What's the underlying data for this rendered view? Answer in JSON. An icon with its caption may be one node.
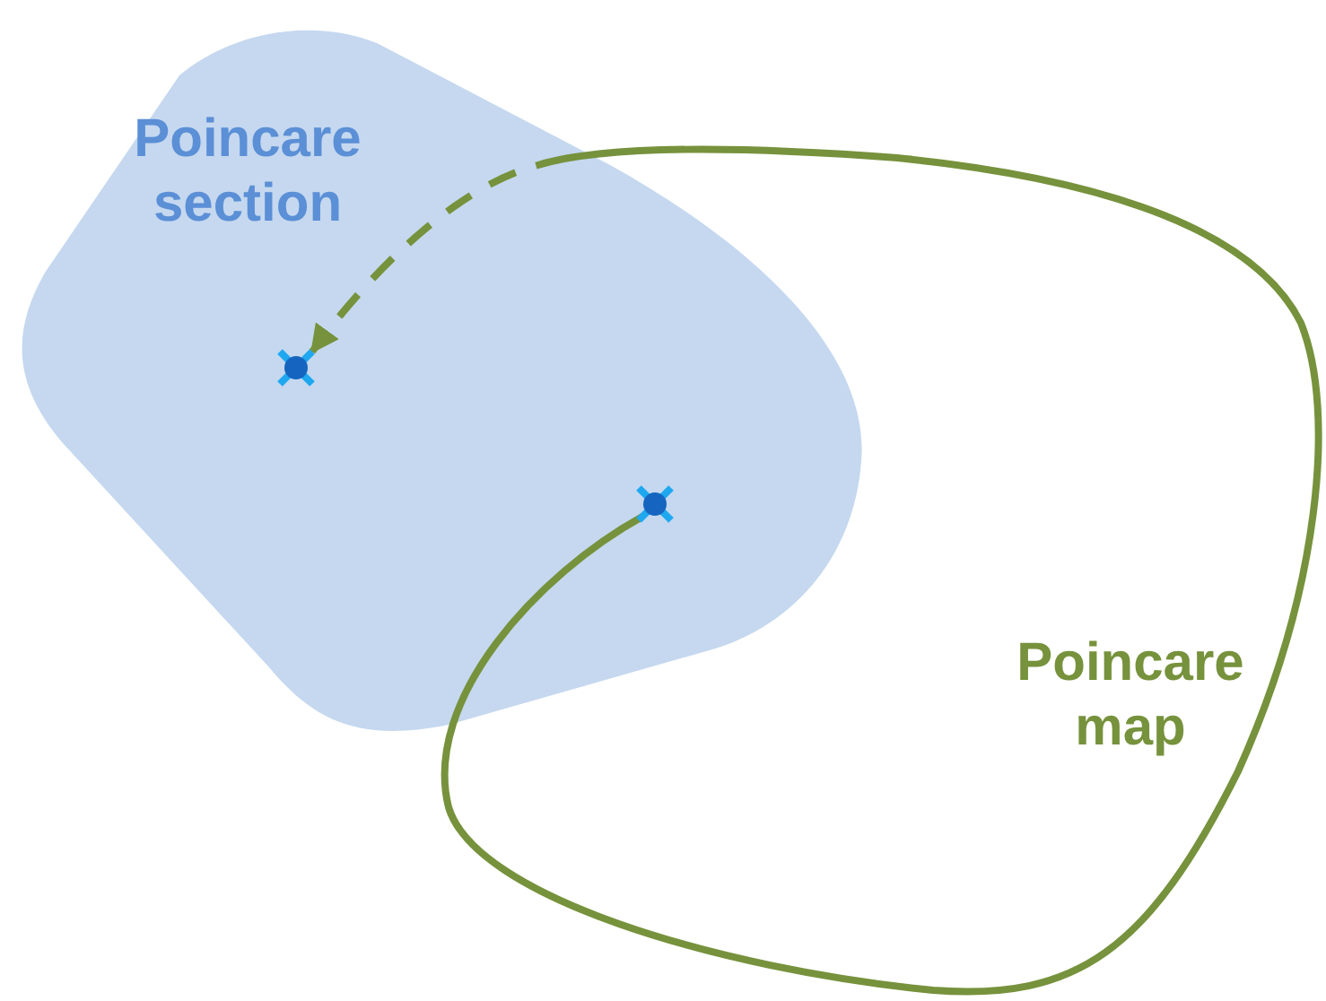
{
  "diagram": {
    "nodes": [
      {
        "text": [
          "Poincare section"
        ]
      },
      {
        "text": [],
        "shape": "circle",
        "in": 0
      },
      {
        "text": [],
        "shape": "circle",
        "in": 0
      }
    ],
    "edges": [
      {
        "from": 2,
        "to": 1,
        "arrow": "to"
      }
    ],
    "labels": [
      "Poincare map"
    ]
  }
}
